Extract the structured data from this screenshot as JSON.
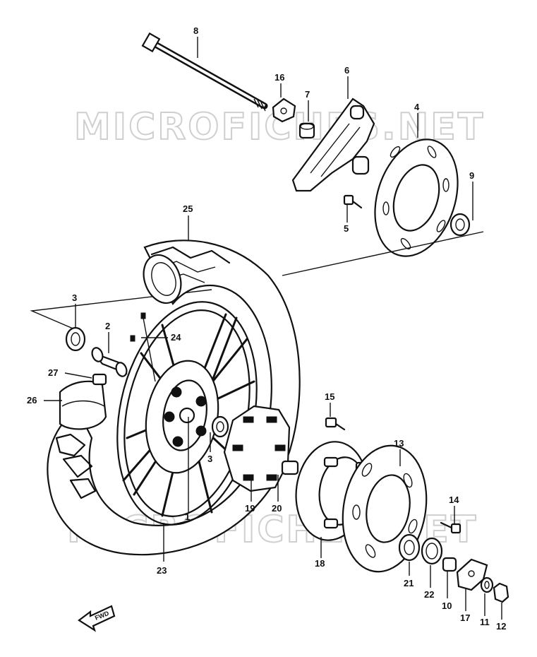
{
  "watermark": {
    "top": "MICROFICHES.NET",
    "bottom": "MICROFICHES.NET"
  },
  "fwd_label": "FWD",
  "callouts": {
    "c1": "1",
    "c2": "2",
    "c3a": "3",
    "c3b": "3",
    "c4": "4",
    "c5": "5",
    "c6": "6",
    "c7": "7",
    "c8": "8",
    "c9": "9",
    "c10": "10",
    "c11": "11",
    "c12": "12",
    "c13": "13",
    "c14": "14",
    "c15": "15",
    "c16": "16",
    "c17": "17",
    "c18": "18",
    "c19": "19",
    "c20": "20",
    "c21": "21",
    "c22": "22",
    "c23": "23",
    "c24": "24",
    "c25": "25",
    "c26": "26",
    "c27": "27"
  }
}
